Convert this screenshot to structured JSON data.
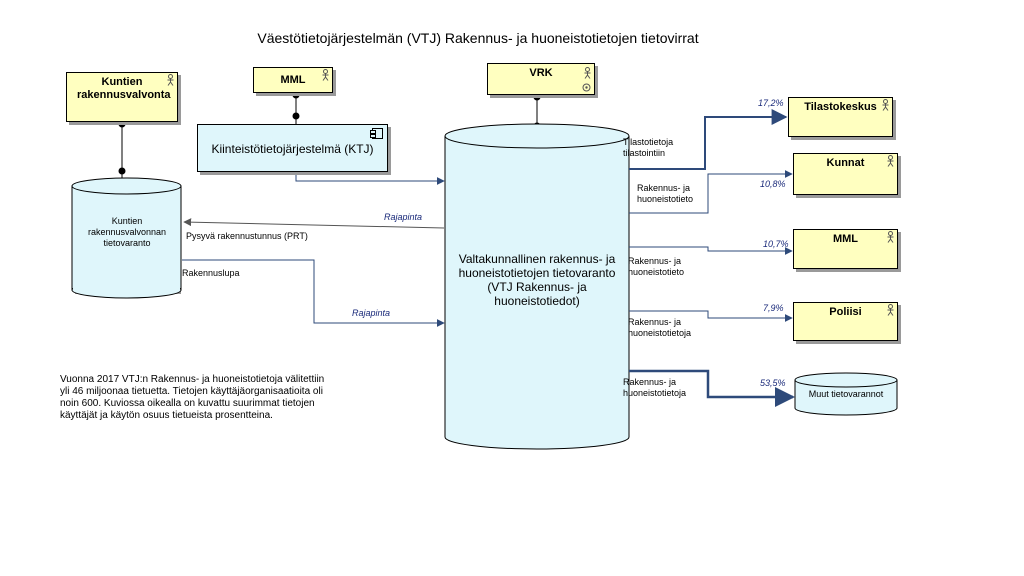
{
  "title": "Väestötietojärjestelmän (VTJ) Rakennus- ja huoneistotietojen tietovirrat",
  "actors": {
    "kuntien_rv": "Kuntien rakennusvalvonta",
    "mml_top": "MML",
    "vrk": "VRK",
    "tilastokeskus": "Tilastokeskus",
    "kunnat": "Kunnat",
    "mml_right": "MML",
    "poliisi": "Poliisi"
  },
  "components": {
    "ktj": "Kiinteistötietojärjestelmä (KTJ)"
  },
  "stores": {
    "kuntien_varanto": "Kuntien rakennusvalvonnan tietovaranto",
    "vtj": "Valtakunnallinen rakennus- ja huoneistotietojen tietovaranto (VTJ Rakennus- ja huoneistotiedot)",
    "muut": "Muut tietovarannot"
  },
  "flow_labels": {
    "rajapinta_1": "Rajapinta",
    "prt": "Pysyvä rakennustunnus (PRT)",
    "rakennuslupa": "Rakennuslupa",
    "rajapinta_2": "Rajapinta",
    "tilastotietoja": "Tilastotietoja tilastointiin",
    "rh_tieto_1": "Rakennus- ja huoneistotieto",
    "rh_tieto_2": "Rakennus- ja huoneistotieto",
    "rh_tietoja_1": "Rakennus- ja huoneistotietoja",
    "rh_tietoja_2": "Rakennus- ja huoneistotietoja"
  },
  "shares": {
    "tilastokeskus": "17,2%",
    "kunnat": "10,8%",
    "mml": "10,7%",
    "poliisi": "7,9%",
    "muut": "53,5%"
  },
  "note": "Vuonna 2017 VTJ:n Rakennus- ja huoneistotietoja välitettiin yli 46 miljoonaa tietuetta. Tietojen käyttäjäorganisaatioita oli noin 600. Kuviossa oikealla on kuvattu suurimmat tietojen käyttäjät ja käytön osuus tietueista prosentteina.",
  "colors": {
    "actor_fill": "#ffffc0",
    "store_fill": "#dff6fb",
    "flow_line": "#2e4a7a",
    "label_blue": "#1a2a7a"
  }
}
